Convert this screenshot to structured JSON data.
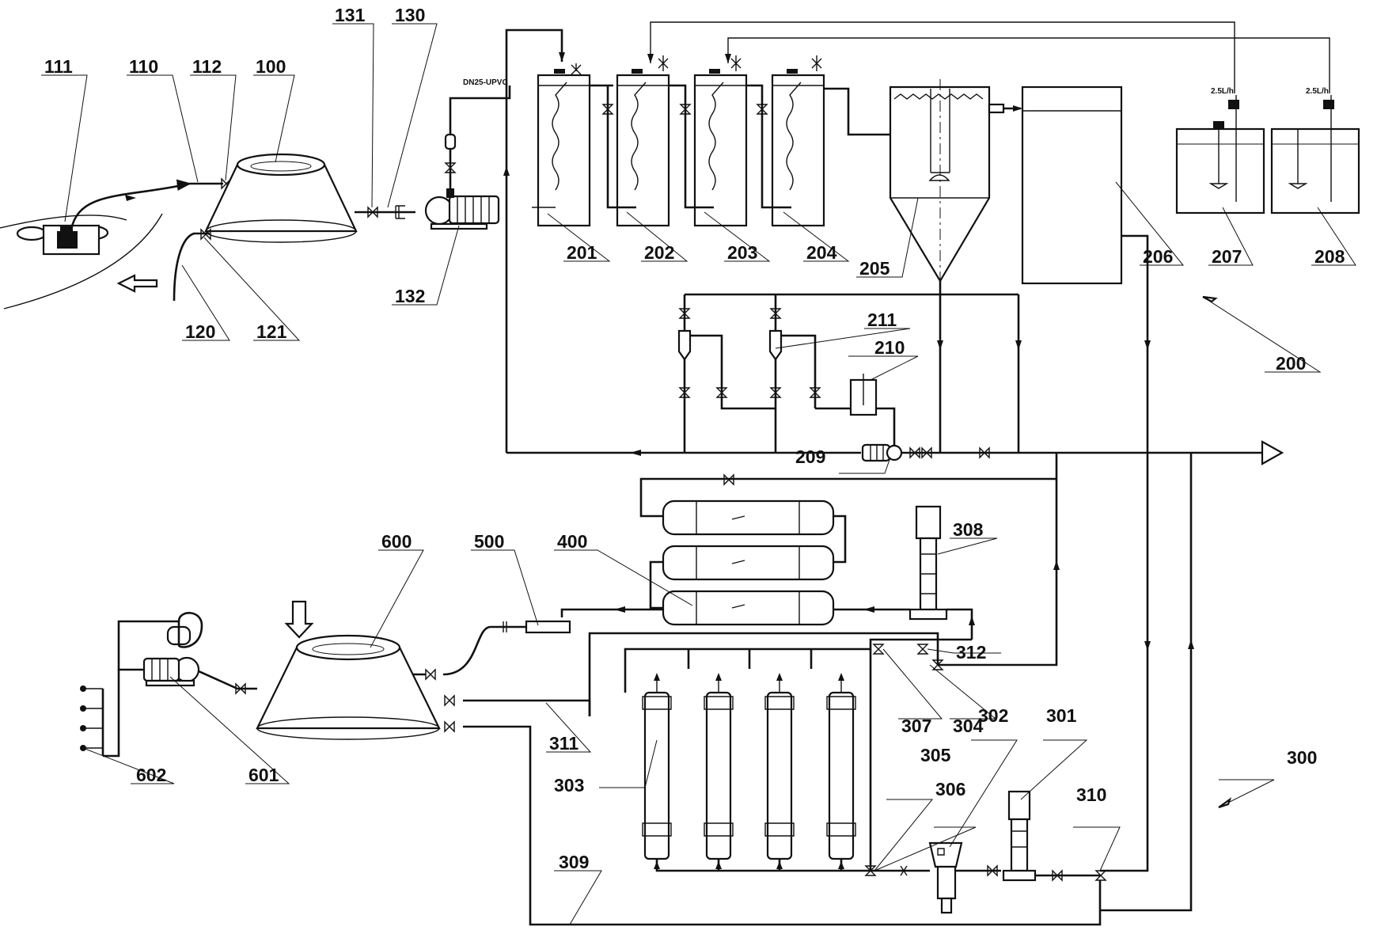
{
  "labels": {
    "l111": "111",
    "l110": "110",
    "l112": "112",
    "l100": "100",
    "l131": "131",
    "l130": "130",
    "l132": "132",
    "l120": "120",
    "l121": "121",
    "l201": "201",
    "l202": "202",
    "l203": "203",
    "l204": "204",
    "l205": "205",
    "l206": "206",
    "l207": "207",
    "l208": "208",
    "l200": "200",
    "l209": "209",
    "l210": "210",
    "l211": "211",
    "l600": "600",
    "l500": "500",
    "l400": "400",
    "l308": "308",
    "l312": "312",
    "l307": "307",
    "l304": "304",
    "l302": "302",
    "l301": "301",
    "l311": "311",
    "l303": "303",
    "l305": "305",
    "l306": "306",
    "l310": "310",
    "l300": "300",
    "l309": "309",
    "l601": "601",
    "l602": "602"
  },
  "annotations": {
    "pipe_spec": "DN25-UPVC",
    "dose_rate_1": "2.5L/h",
    "dose_rate_2": "2.5L/h"
  }
}
